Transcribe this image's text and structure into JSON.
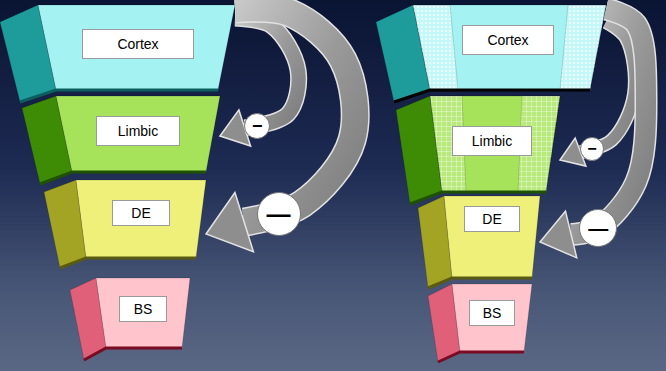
{
  "diagram": {
    "nodes": [
      {
        "text": [
          "Cortex"
        ]
      },
      {
        "text": [
          "Limbic"
        ]
      },
      {
        "text": [
          "DE"
        ]
      },
      {
        "text": [
          "BS"
        ]
      },
      {
        "text": [
          "Cortex"
        ]
      },
      {
        "text": [
          "Limbic"
        ]
      },
      {
        "text": [
          "DE"
        ]
      },
      {
        "text": [
          "BS"
        ]
      }
    ],
    "edges": [
      {
        "from": 0,
        "to": 1,
        "arrow": "to",
        "label": "−"
      },
      {
        "from": 0,
        "to": 2,
        "arrow": "to",
        "label": "—"
      },
      {
        "from": 4,
        "to": 5,
        "arrow": "to",
        "label": "−"
      },
      {
        "from": 4,
        "to": 6,
        "arrow": "to",
        "label": "—"
      }
    ]
  }
}
